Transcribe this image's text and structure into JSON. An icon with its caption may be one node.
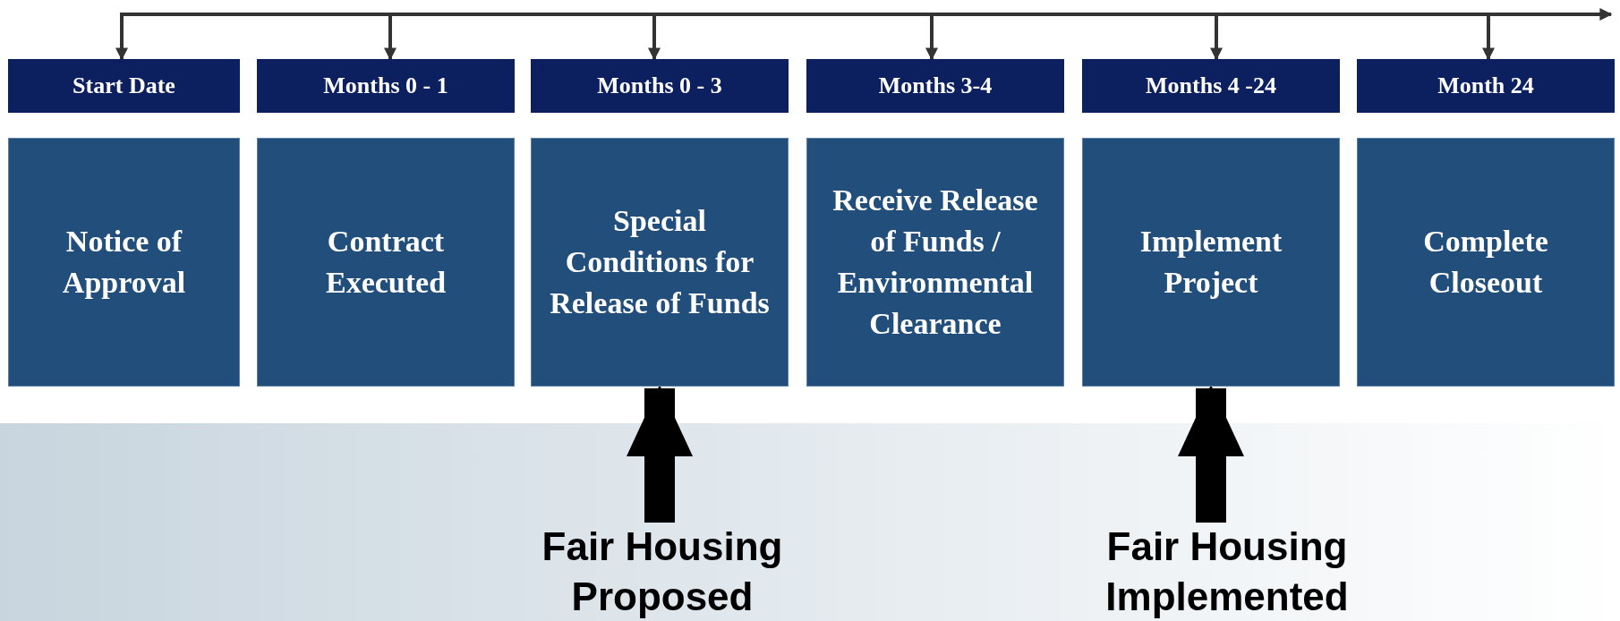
{
  "diagram": {
    "nodes": [
      {
        "text": [
          "Start Date"
        ]
      },
      {
        "text": [
          "Months 0 - 1"
        ]
      },
      {
        "text": [
          "Months 0 - 3"
        ]
      },
      {
        "text": [
          "Months 3-4"
        ]
      },
      {
        "text": [
          "Months 4 -24"
        ]
      },
      {
        "text": [
          "Month 24"
        ]
      },
      {
        "text": [
          "Notice of Approval"
        ]
      },
      {
        "text": [
          "Contract Executed"
        ]
      },
      {
        "text": [
          "Special Conditions for Release of Funds"
        ]
      },
      {
        "text": [
          "Receive Release of Funds / Environmental Clearance"
        ]
      },
      {
        "text": [
          "Implement Project"
        ]
      },
      {
        "text": [
          "Complete Closeout"
        ]
      },
      {
        "text": [
          "Fair Housing Proposed"
        ]
      },
      {
        "text": [
          "Fair Housing Implemented"
        ]
      }
    ],
    "edges": [
      {
        "from": null,
        "to": 0,
        "arrow": "to"
      },
      {
        "from": null,
        "to": 1,
        "arrow": "to"
      },
      {
        "from": null,
        "to": 2,
        "arrow": "to"
      },
      {
        "from": null,
        "to": 3,
        "arrow": "to"
      },
      {
        "from": null,
        "to": 4,
        "arrow": "to"
      },
      {
        "from": null,
        "to": 5,
        "arrow": "to"
      },
      {
        "from": 12,
        "to": 8,
        "arrow": "to",
        "style": "thick"
      },
      {
        "from": 13,
        "to": 10,
        "arrow": "to",
        "style": "thick"
      }
    ]
  }
}
